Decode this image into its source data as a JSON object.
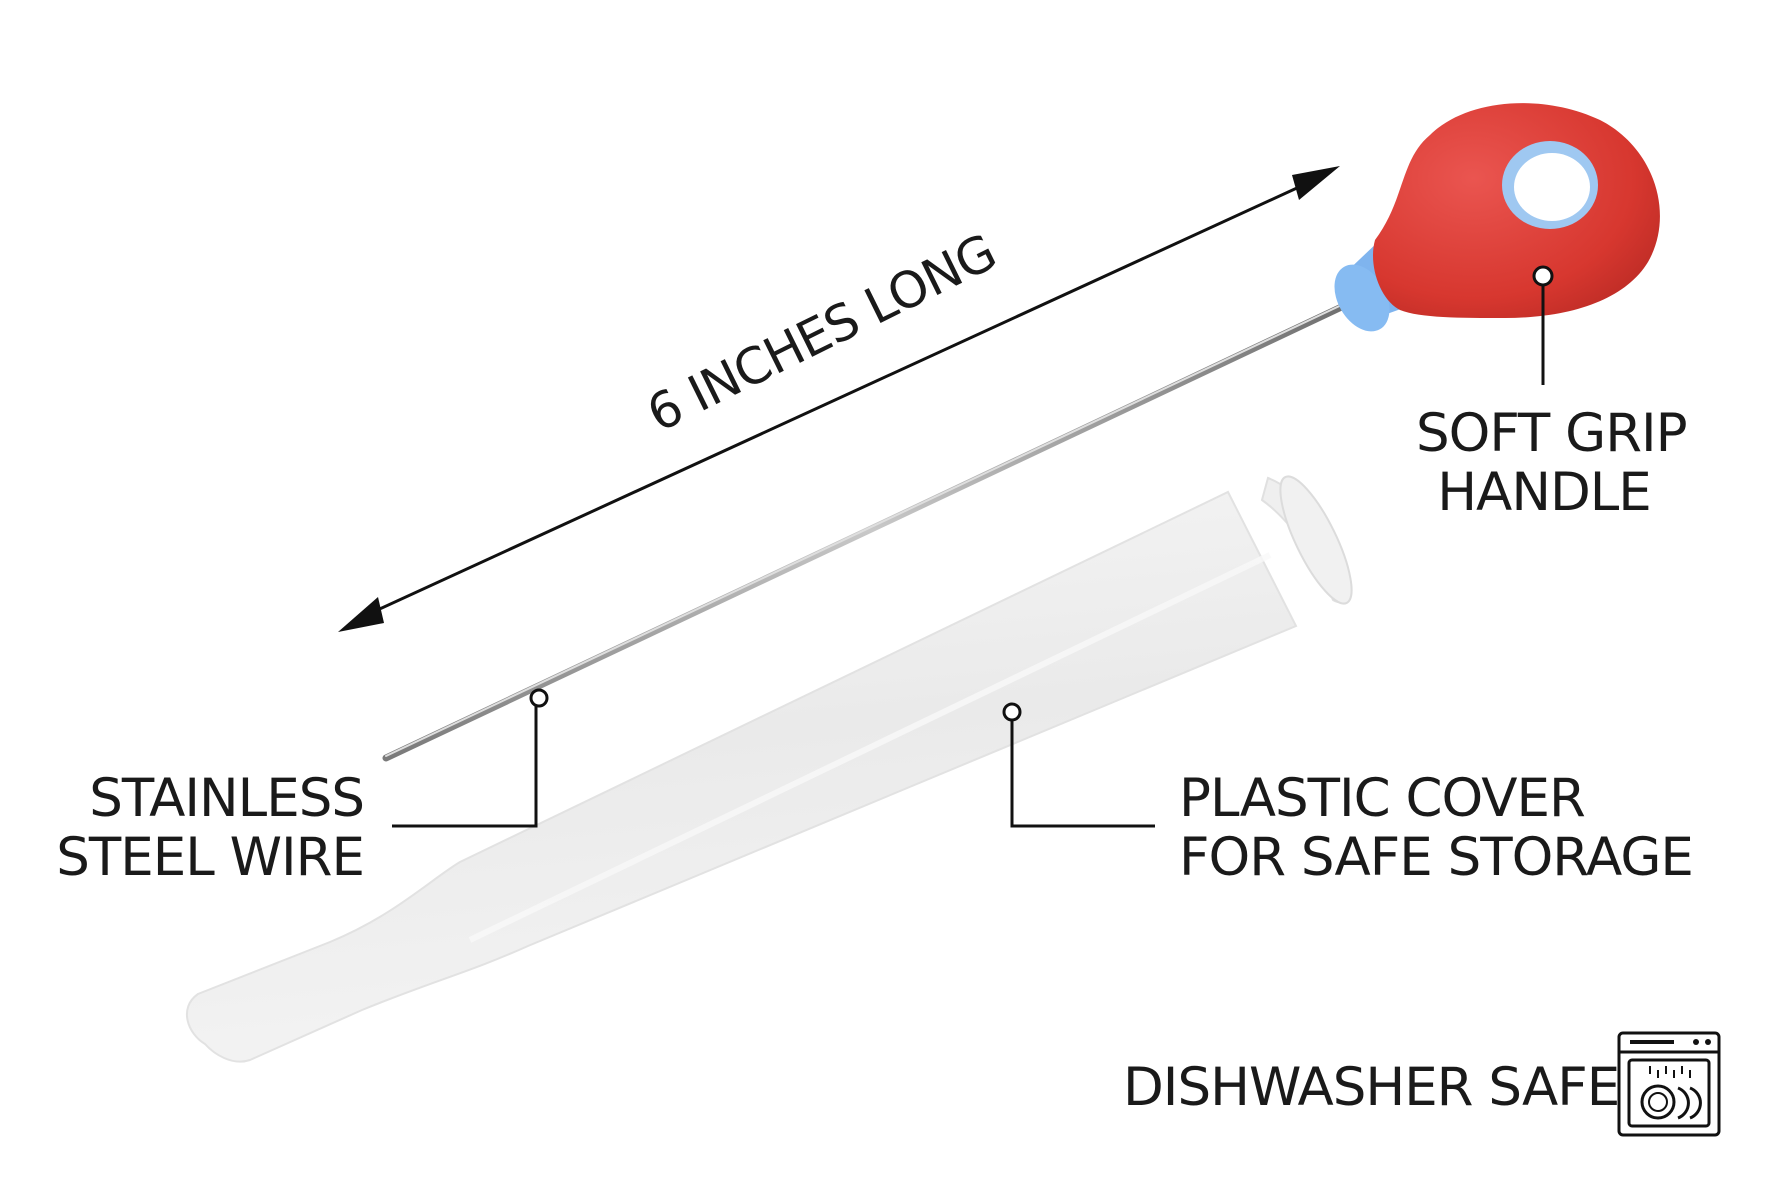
{
  "labels": {
    "dimension": "6 INCHES LONG",
    "soft_grip": [
      "SOFT GRIP",
      "HANDLE"
    ],
    "stainless_wire": [
      "STAINLESS",
      "STEEL WIRE"
    ],
    "plastic_cover": [
      "PLASTIC COVER",
      "FOR SAFE STORAGE"
    ],
    "dishwasher": "DISHWASHER SAFE"
  },
  "colors": {
    "handle_red": "#d93a36",
    "collar_blue": "#7fb4ee",
    "wire_gray": "#8c8c8c",
    "cover_white": "#ededed",
    "text_black": "#1a1a1a"
  },
  "icons": [
    "double-arrow-icon",
    "dishwasher-icon"
  ]
}
